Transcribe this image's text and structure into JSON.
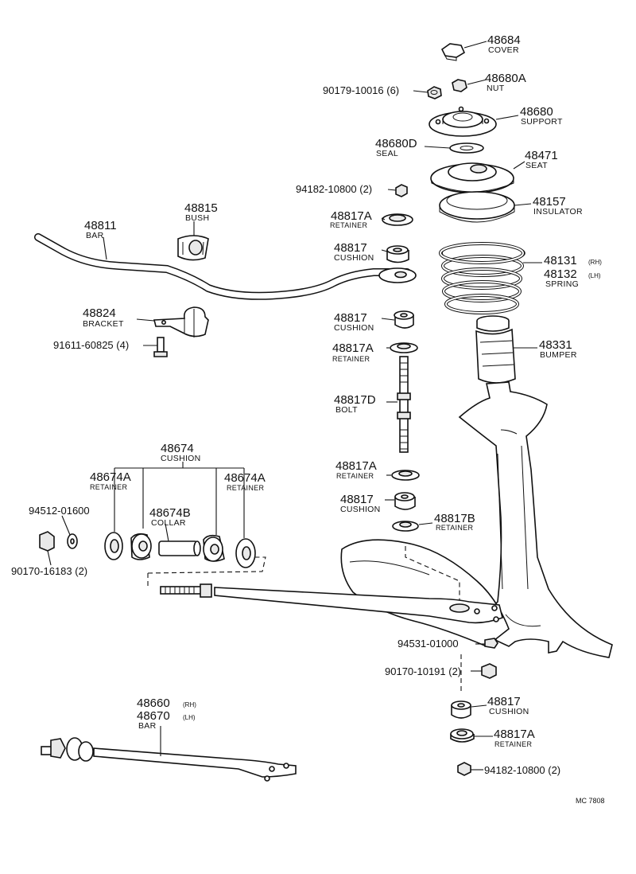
{
  "labels": {
    "cover": {
      "pn": "48684",
      "nm": "COVER"
    },
    "nut": {
      "pn": "48680A",
      "nm": "NUT"
    },
    "nut_small": {
      "pn": "90179-10016 (6)"
    },
    "support": {
      "pn": "48680",
      "nm": "SUPPORT"
    },
    "seal": {
      "pn": "48680D",
      "nm": "SEAL"
    },
    "seat": {
      "pn": "48471",
      "nm": "SEAT"
    },
    "nut_top": {
      "pn": "94182-10800 (2)"
    },
    "insulator": {
      "pn": "48157",
      "nm": "INSULATOR"
    },
    "retainer_1": {
      "pn": "48817A",
      "nm": "RETAINER"
    },
    "spring": {
      "pn1": "48131",
      "s1": "(RH)",
      "pn2": "48132",
      "s2": "(LH)",
      "nm": "SPRING"
    },
    "bar": {
      "pn": "48811",
      "nm": "BAR"
    },
    "bush": {
      "pn": "48815",
      "nm": "BUSH"
    },
    "cushion_1": {
      "pn": "48817",
      "nm": "CUSHION"
    },
    "bracket": {
      "pn": "48824",
      "nm": "BRACKET"
    },
    "cushion_2": {
      "pn": "48817",
      "nm": "CUSHION"
    },
    "bolt_small": {
      "pn": "91611-60825 (4)"
    },
    "retainer_2": {
      "pn": "48817A",
      "nm": "RETAINER"
    },
    "bumper": {
      "pn": "48331",
      "nm": "BUMPER"
    },
    "bolt": {
      "pn": "48817D",
      "nm": "BOLT"
    },
    "cushion_group": {
      "pn": "48674",
      "nm": "CUSHION"
    },
    "retainer_l": {
      "pn": "48674A",
      "nm": "RETAINER"
    },
    "retainer_r": {
      "pn": "48674A",
      "nm": "RETAINER"
    },
    "retainer_3": {
      "pn": "48817A",
      "nm": "RETAINER"
    },
    "washer": {
      "pn": "94512-01600"
    },
    "collar": {
      "pn": "48674B",
      "nm": "COLLAR"
    },
    "cushion_3": {
      "pn": "48817",
      "nm": "CUSHION"
    },
    "retainer_b": {
      "pn": "48817B",
      "nm": "RETAINER"
    },
    "nut_left": {
      "pn": "90170-16183 (2)"
    },
    "pin": {
      "pn": "94531-01000"
    },
    "nut_mid": {
      "pn": "90170-10191 (2)"
    },
    "strut_bar": {
      "pn1": "48660",
      "s1": "(RH)",
      "pn2": "48670",
      "s2": "(LH)",
      "nm": "BAR"
    },
    "cushion_4": {
      "pn": "48817",
      "nm": "CUSHION"
    },
    "retainer_4": {
      "pn": "48817A",
      "nm": "RETAINER"
    },
    "nut_bottom": {
      "pn": "94182-10800 (2)"
    }
  },
  "caption": "MC  7808"
}
